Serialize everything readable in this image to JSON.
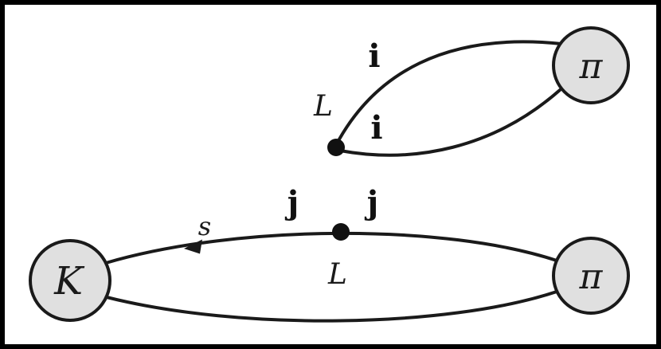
{
  "colors": {
    "background": "#ffffff",
    "frame": "#000000",
    "line": "#1a1a1a",
    "node_fill": "#e0e0e0",
    "vertex_fill": "#111111"
  },
  "top_diagram": {
    "pi_node_label": "π",
    "vertex_label": "L",
    "upper_propagator_label": "i",
    "lower_propagator_label": "i"
  },
  "bottom_diagram": {
    "k_node_label": "K",
    "pi_node_label": "π",
    "vertex_label": "L",
    "left_propagator_label": "j",
    "right_propagator_label": "j",
    "spectator_quark_label": "s"
  }
}
